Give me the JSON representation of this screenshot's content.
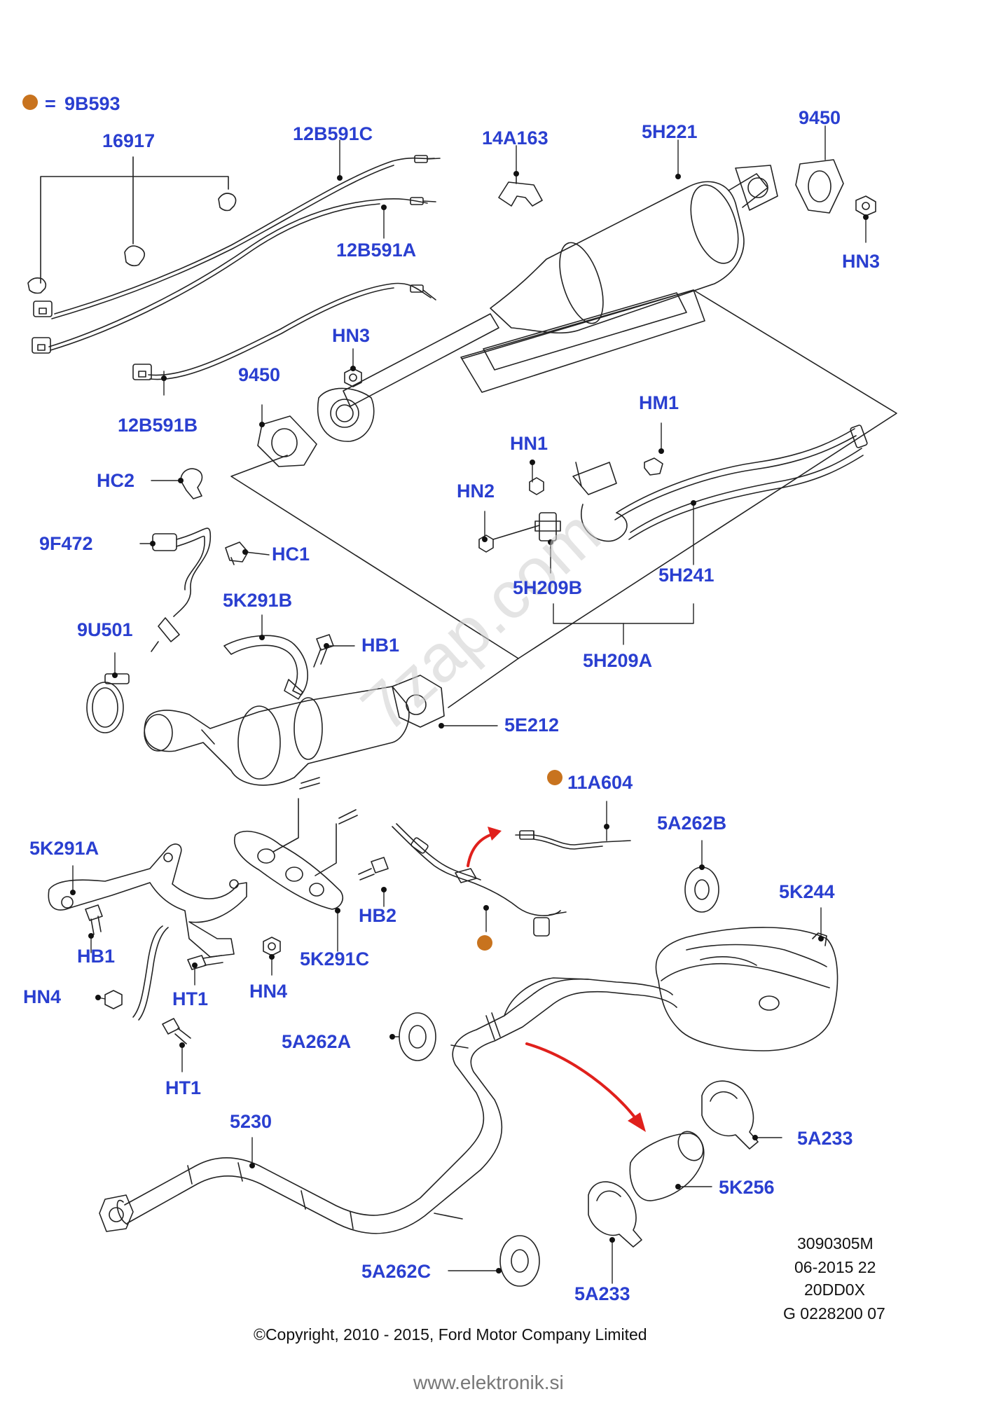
{
  "colors": {
    "label": "#2a3fd0",
    "marker": "#c8731e",
    "arrow": "#e0201c",
    "line": "#222222"
  },
  "legend": {
    "equals": "=",
    "part": "9B593"
  },
  "parts": [
    {
      "id": "p16917",
      "text": "16917"
    },
    {
      "id": "p12b591c",
      "text": "12B591C"
    },
    {
      "id": "p14a163",
      "text": "14A163"
    },
    {
      "id": "p5h221",
      "text": "5H221"
    },
    {
      "id": "p9450a",
      "text": "9450"
    },
    {
      "id": "p12b591a",
      "text": "12B591A"
    },
    {
      "id": "phn3a",
      "text": "HN3"
    },
    {
      "id": "phn3b",
      "text": "HN3"
    },
    {
      "id": "p9450b",
      "text": "9450"
    },
    {
      "id": "p12b591b",
      "text": "12B591B"
    },
    {
      "id": "phm1",
      "text": "HM1"
    },
    {
      "id": "phn1",
      "text": "HN1"
    },
    {
      "id": "phc2",
      "text": "HC2"
    },
    {
      "id": "phn2",
      "text": "HN2"
    },
    {
      "id": "p9f472",
      "text": "9F472"
    },
    {
      "id": "phc1",
      "text": "HC1"
    },
    {
      "id": "p5h241",
      "text": "5H241"
    },
    {
      "id": "p5h209b",
      "text": "5H209B"
    },
    {
      "id": "p5k291b",
      "text": "5K291B"
    },
    {
      "id": "p9u501",
      "text": "9U501"
    },
    {
      "id": "phb1a",
      "text": "HB1"
    },
    {
      "id": "p5h209a",
      "text": "5H209A"
    },
    {
      "id": "p5e212",
      "text": "5E212"
    },
    {
      "id": "p11a604",
      "text": "11A604"
    },
    {
      "id": "p5a262b",
      "text": "5A262B"
    },
    {
      "id": "p5k291a",
      "text": "5K291A"
    },
    {
      "id": "phb2",
      "text": "HB2"
    },
    {
      "id": "p5k244",
      "text": "5K244"
    },
    {
      "id": "phb1b",
      "text": "HB1"
    },
    {
      "id": "p5k291c",
      "text": "5K291C"
    },
    {
      "id": "phn4a",
      "text": "HN4"
    },
    {
      "id": "phn4b",
      "text": "HN4"
    },
    {
      "id": "pht1a",
      "text": "HT1"
    },
    {
      "id": "p5a262a",
      "text": "5A262A"
    },
    {
      "id": "pht1b",
      "text": "HT1"
    },
    {
      "id": "p5230",
      "text": "5230"
    },
    {
      "id": "p5a233a",
      "text": "5A233"
    },
    {
      "id": "p5k256",
      "text": "5K256"
    },
    {
      "id": "p5a262c",
      "text": "5A262C"
    },
    {
      "id": "p5a233b",
      "text": "5A233"
    }
  ],
  "drawing_info": [
    "3090305M",
    "06-2015 22",
    "20DD0X",
    "G 0228200 07"
  ],
  "copyright": "©Copyright, 2010 - 2015, Ford Motor Company Limited",
  "website": "www.elektronik.si",
  "watermark": "7zap.com"
}
